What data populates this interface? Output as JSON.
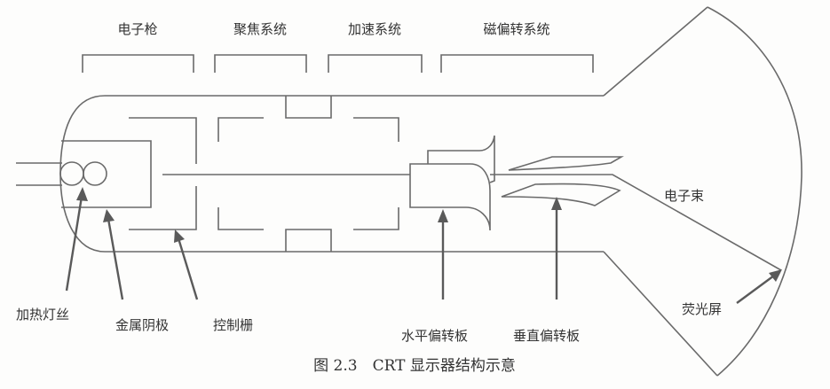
{
  "section_labels": {
    "electron_gun": "电子枪",
    "focus_system": "聚焦系统",
    "acceleration_system": "加速系统",
    "magnetic_deflection_system": "磁偏转系统"
  },
  "part_labels": {
    "heater_filament": "加热灯丝",
    "metal_cathode": "金属阴极",
    "control_grid": "控制栅",
    "horizontal_deflection_plate": "水平偏转板",
    "vertical_deflection_plate": "垂直偏转板",
    "phosphor_screen": "荧光屏",
    "electron_beam": "电子束"
  },
  "caption": "图 2.3　CRT 显示器结构示意"
}
